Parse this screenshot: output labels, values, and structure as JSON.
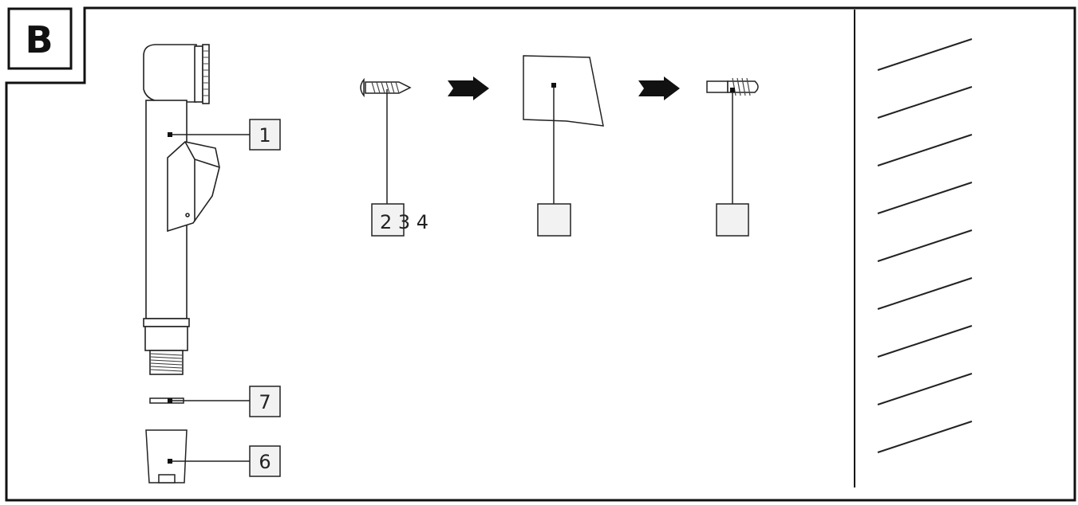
{
  "panel": {
    "letter": "B"
  },
  "callouts": {
    "shower_head": "1",
    "screw": "2 3 4",
    "wall_piece": "",
    "dowel": "",
    "washer": "7",
    "holder": "6"
  },
  "icons": [
    "shower-head-icon",
    "screw-icon",
    "arrow-right-icon",
    "wall-piece-icon",
    "dowel-icon",
    "washer-icon",
    "holder-icon",
    "wall-hatch-icon"
  ]
}
